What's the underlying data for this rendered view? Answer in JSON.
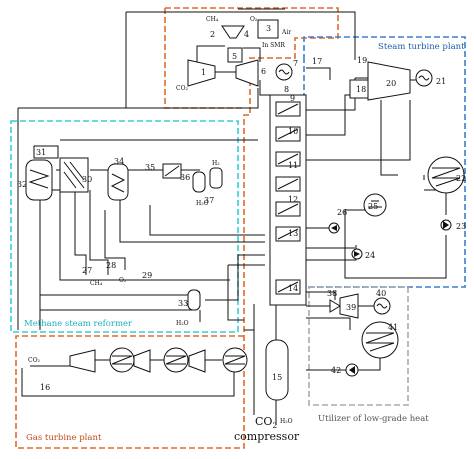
{
  "colors": {
    "gas_turbine_plant": "#e06a2c",
    "steam_turbine_plant": "#3a7fd0",
    "methane_steam_reformer": "#33cfd8",
    "low_grade_heat": "#aaaaaa",
    "lines": "#111111"
  },
  "sections": {
    "gas_turbine": "Gas turbine plant",
    "steam_turbine": "Steam turbine plant",
    "reformer": "Methane steam reformer",
    "low_grade": "Utilizer of low-grade heat"
  },
  "streams": {
    "ch4_top": "CH₄",
    "o2_top": "O₂",
    "air": "Air",
    "in_smr": "In SMR",
    "co2_top": "CO₂",
    "h2_right": "H₂",
    "h2o_36": "H₂O",
    "ch4_27": "CH₄",
    "o2_28": "O₂",
    "h2o_33": "H₂O",
    "co2_left": "CO₂",
    "h2o_bottom": "H₂O",
    "co2_compressor": "CO",
    "co2_sub": "2",
    "compressor": "compressor"
  },
  "node_numbers": [
    "1",
    "2",
    "3",
    "4",
    "5",
    "6",
    "7",
    "8",
    "9",
    "10",
    "11",
    "12",
    "13",
    "14",
    "15",
    "16",
    "17",
    "18",
    "19",
    "20",
    "21",
    "22",
    "23",
    "24",
    "25",
    "26",
    "27",
    "28",
    "29",
    "30",
    "31",
    "32",
    "33",
    "34",
    "35",
    "36",
    "37",
    "38",
    "39",
    "40",
    "41",
    "42"
  ]
}
